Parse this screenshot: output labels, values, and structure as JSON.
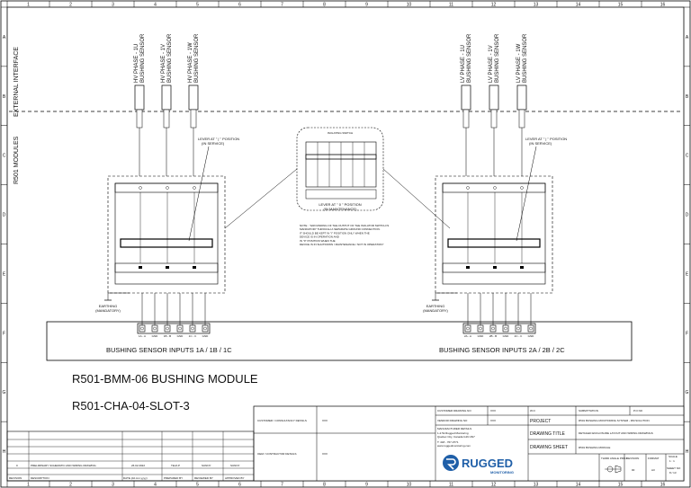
{
  "frame": {
    "col_numbers": [
      "1",
      "2",
      "3",
      "4",
      "5",
      "6",
      "7",
      "8",
      "9",
      "10",
      "11",
      "12",
      "13",
      "14",
      "15",
      "16"
    ],
    "row_letters": [
      "A",
      "B",
      "C",
      "D",
      "E",
      "F",
      "G",
      "H"
    ]
  },
  "side_labels": {
    "external": "EXTERNAL INTERFACE",
    "modules": "R501 MODULES"
  },
  "hv_sensors": [
    "HV PHASE - 1U\nBUSHING SENSOR",
    "HV PHASE - 1V\nBUSHING SENSOR",
    "HV PHASE - 1W\nBUSHING SENSOR"
  ],
  "lv_sensors": [
    "LV PHASE - 1U\nBUSHING SENSOR",
    "LV PHASE - 1V\nBUSHING SENSOR",
    "LV PHASE - 1W\nBUSHING SENSOR"
  ],
  "isolating_switch": {
    "title": "ISOLATING SWITCH",
    "lever_label": "LEVER AT \" 0 \" POSITION",
    "lever_sub": "(IN MAINTENANCE)"
  },
  "lever_service": {
    "line1": "LEVER AT \" | \" POSITION",
    "line2": "(IN SERVICE)"
  },
  "note_lines": [
    "NOTE : \"GROUNDING OF THE OUTPUT OF THE ISOLATOR SWITCH IS",
    "MANDATORY THROUGH A SEPARATE GROUND CONNECTION.",
    "IT SHOULD BE KEPT IN \"I\" POSITION ONLY WHEN THE",
    "DEVICE IS IN OPERATION AND",
    "IN \"0\" POSITION WHEN THE",
    "DEVICE IS IN SHUTDOWN / MAINTENANCE / NOT IN OPERATION\""
  ],
  "earthing": {
    "line1": "EARTHING",
    "line2": "(MANDATORY)"
  },
  "terminal_labels_hv": [
    "1A - A",
    "GND",
    "1B - B",
    "GND",
    "1C - C",
    "GND"
  ],
  "terminal_labels_lv": [
    "2A - A",
    "GND",
    "2B - B",
    "GND",
    "2C - C",
    "GND"
  ],
  "inputs_hv": "BUSHING SENSOR INPUTS 1A / 1B / 1C",
  "inputs_lv": "BUSHING SENSOR INPUTS 2A / 2B / 2C",
  "module_title": "R501-BMM-06 BUSHING MODULE",
  "slot_title": "R501-CHA-04-SLOT-3",
  "title_block": {
    "customer_consultancy": "CUSTOMER / CONSULTANCY DETAILS",
    "customer_value": "XXX",
    "oem_contractor": "OEM / CONTRACTOR DETAILS",
    "oem_value": "XXX",
    "customer_drawing_no": "CUSTOMER DRAWING NO",
    "customer_drawing_val": "XXX",
    "vendor_drawing_no": "VENDOR DRAWING NO",
    "vendor_drawing_val": "XXX",
    "manufacturer_details": "MANUFACTURER DETAILS",
    "manufacturer_lines": [
      "1-2.5k Rugged Monitoring",
      "Quebec City, Canada G1N 4N7",
      "T: 418 - 767-0771",
      "www.ruggedmonitoring.com"
    ],
    "w_o": "W.O",
    "submittation": "SUBMITTATION",
    "p_o_no": "P.O NO",
    "project": "PROJECT",
    "project_value": "R501 BUSHING MONITORING SYSTEM - RM SOLUTION",
    "drawing_title": "DRAWING TITLE",
    "drawing_title_value": "DETAILED ENCLOSURE LAYOUT AND WIRING DRAWINGS",
    "drawing_sheet": "DRAWING SHEET",
    "drawing_sheet_value": "R501 BUSHING MODULE",
    "third_angle": "THIRD ANGLE PROJ",
    "revision": "REVISION",
    "revision_value": "00",
    "format": "FORMAT",
    "format_value": "A3",
    "scale": "SCALE",
    "scale_value": "1 : 1",
    "sheet_no": "SHEET NO",
    "sheet_no_value": "8 / 13",
    "logo_main": "RUGGED",
    "logo_sub": "MONITORING",
    "rev_row": [
      "0",
      "PRELIMINARY SCHEMATIC AND WIRING DRAWING",
      "26.02.2022",
      "TEJA P",
      "SUNNY",
      "SUNNY"
    ],
    "rev_headers": [
      "REVISION",
      "DESCRIPTION",
      "DATE (dd.mm.yyyy)",
      "PREPARED BY",
      "REVIEWED BY",
      "APPROVED BY"
    ]
  }
}
